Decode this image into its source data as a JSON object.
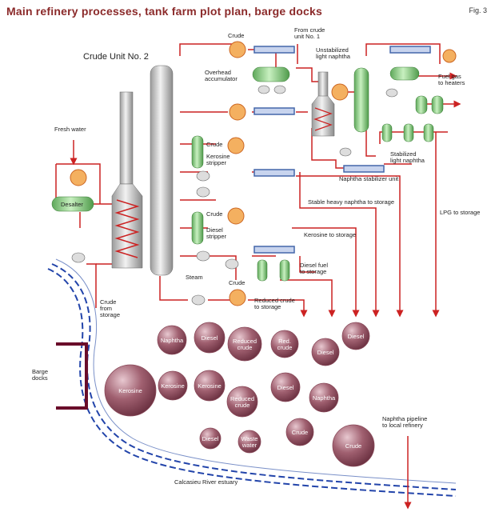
{
  "title": "Main refinery processes, tank farm plot plan, barge docks",
  "figure_label": "Fig. 3",
  "labels": {
    "crude_unit": "Crude Unit No. 2",
    "crude_top": "Crude",
    "from_crude_unit": "From crude\nunit No. 1",
    "unstabilized": "Unstabilized\nlight naphtha",
    "overhead": "Overhead\naccumulator",
    "fuel_gas": "Fuel gas\nto heaters",
    "fresh_water": "Fresh water",
    "crude_kero": "Crude",
    "kerosine_stripper": "Kerosine\nstripper",
    "crude_diesel": "Crude",
    "diesel_stripper": "Diesel\nstripper",
    "desalter": "Desalter",
    "stabilized": "Stabilized\nlight naphtha",
    "naphtha_stabilizer": "Naphtha stabilizer unit",
    "heavy_naphtha": "Stable heavy naphtha to storage",
    "lpg": "LPG to storage",
    "kero_storage": "Kerosine to storage",
    "diesel_fuel": "Diesel fuel\nto storage",
    "steam": "Steam",
    "crude_bottom": "Crude",
    "reduced_crude": "Reduced crude\nto storage",
    "crude_from_storage": "Crude\nfrom\nstorage",
    "barge_docks": "Barge\ndocks",
    "naphtha_pipeline": "Naphtha pipeline\nto local refinery",
    "river": "Calcasieu River estuary"
  },
  "tanks": [
    {
      "label": "Naphtha"
    },
    {
      "label": "Diesel"
    },
    {
      "label": "Reduced\ncrude"
    },
    {
      "label": "Red.\ncrude"
    },
    {
      "label": "Diesel"
    },
    {
      "label": "Diesel"
    },
    {
      "label": "Kerosine"
    },
    {
      "label": "Kerosine"
    },
    {
      "label": "Kerosine"
    },
    {
      "label": "Reduced\ncrude"
    },
    {
      "label": "Diesel"
    },
    {
      "label": "Naphtha"
    },
    {
      "label": "Diesel"
    },
    {
      "label": "Waste\nwater"
    },
    {
      "label": "Crude"
    },
    {
      "label": "Crude"
    }
  ],
  "colors": {
    "pipe": "#cc2222",
    "vessel": "#8fcf8a",
    "column": "#c8c8c8",
    "tank": "#8a4a5a",
    "exchanger": "#4466aa",
    "river": "#2244aa",
    "dock": "#6a0d2a"
  }
}
